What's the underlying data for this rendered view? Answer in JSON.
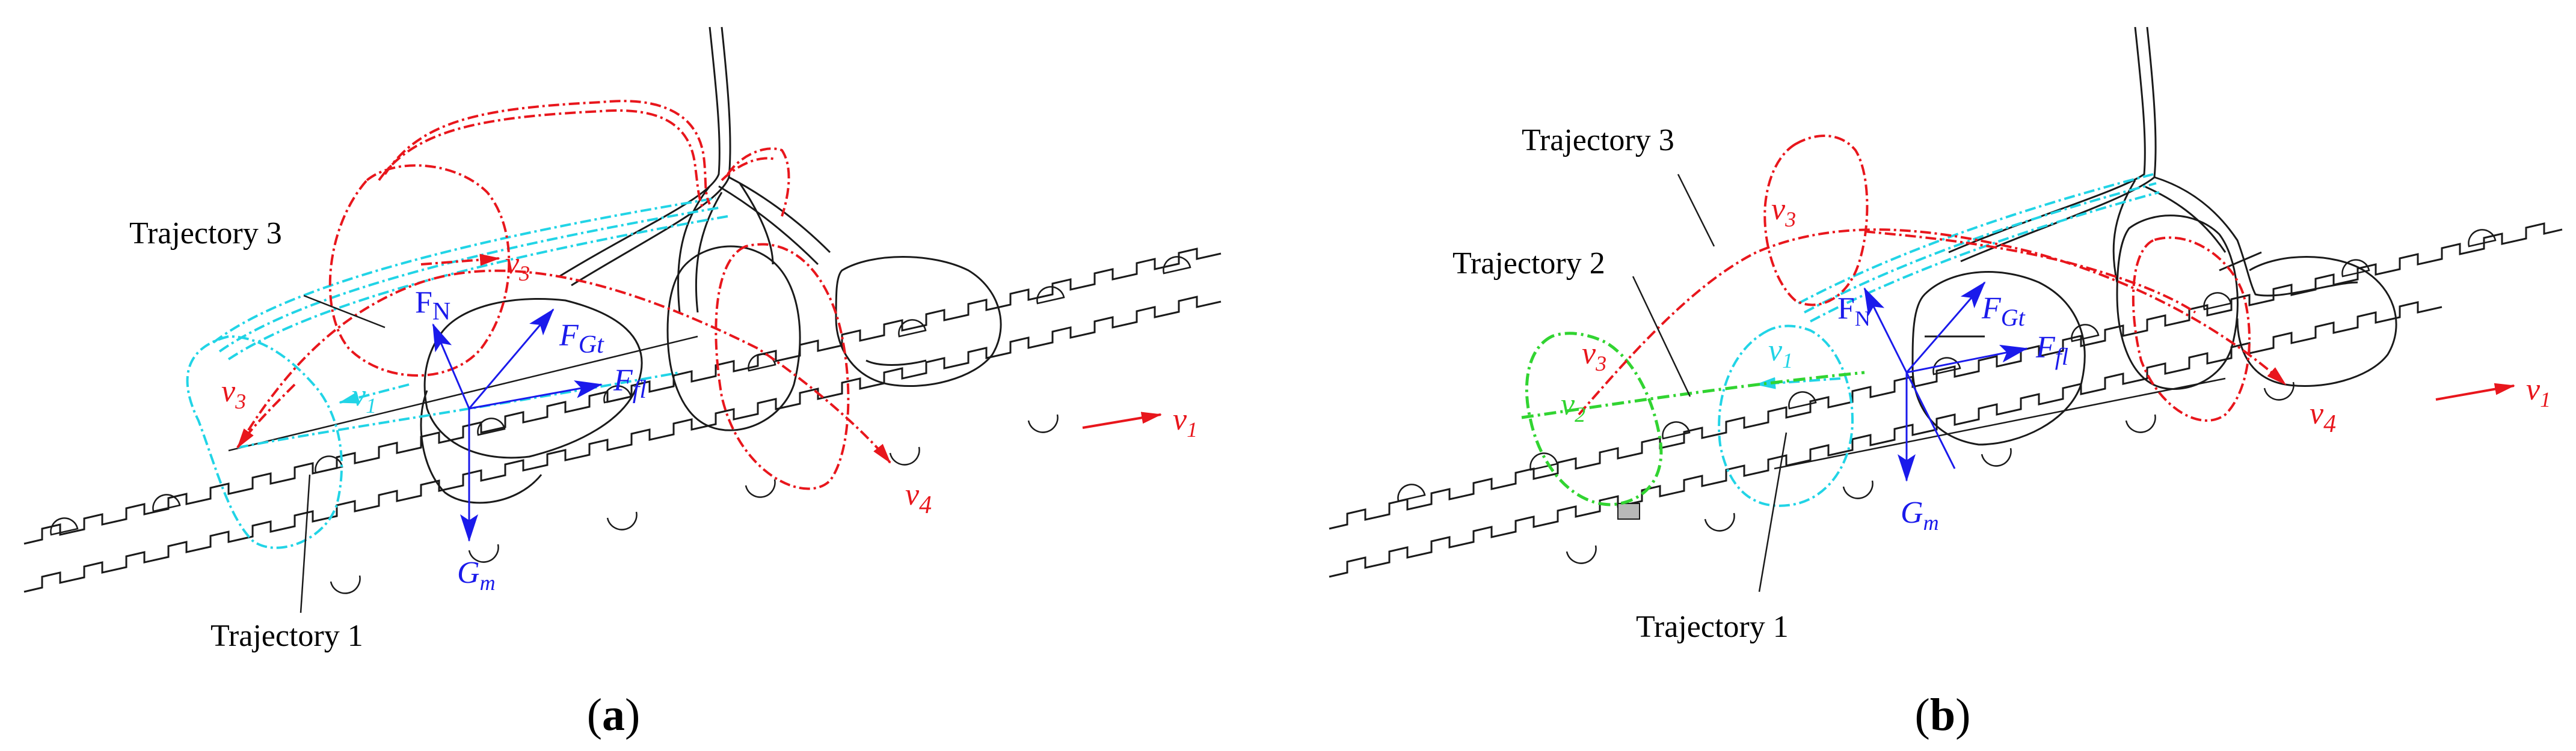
{
  "panel_a": {
    "caption_open": "(",
    "caption_letter": "a",
    "caption_close": ")",
    "trajectory_3": "Trajectory  3",
    "trajectory_1": "Trajectory 1",
    "v1": "v",
    "v1_sub": "1",
    "v1_right": "v",
    "v1_right_sub": "1",
    "v3_left": "v",
    "v3_left_sub": "3",
    "v3_top": "v",
    "v3_top_sub": "3",
    "v4": "v",
    "v4_sub": "4",
    "FN": "F",
    "FN_sub": "N",
    "FGt": "F",
    "FGt_sub": "Gt",
    "Ffl": "F",
    "Ffl_sub": "fl",
    "Gm": "G",
    "Gm_sub": "m"
  },
  "panel_b": {
    "caption_open": "(",
    "caption_letter": "b",
    "caption_close": ")",
    "trajectory_3": "Trajectory 3",
    "trajectory_2": "Trajectory 2",
    "trajectory_1": "Trajectory 1",
    "v1": "v",
    "v1_sub": "1",
    "v1_right": "v",
    "v1_right_sub": "1",
    "v2": "v",
    "v2_sub": "2",
    "v3_left": "v",
    "v3_left_sub": "3",
    "v3_top": "v",
    "v3_top_sub": "3",
    "v4": "v",
    "v4_sub": "4",
    "FN": "F",
    "FN_sub": "N",
    "FGt": "F",
    "FGt_sub": "Gt",
    "Ffl": "F",
    "Ffl_sub": "fl",
    "Gm": "G",
    "Gm_sub": "m"
  },
  "colors": {
    "trajectory_1": "#21d4e6",
    "trajectory_2": "#31d431",
    "trajectory_3": "#e8161c",
    "force_vectors": "#1a1aeb",
    "outline": "#1a1a1a"
  }
}
